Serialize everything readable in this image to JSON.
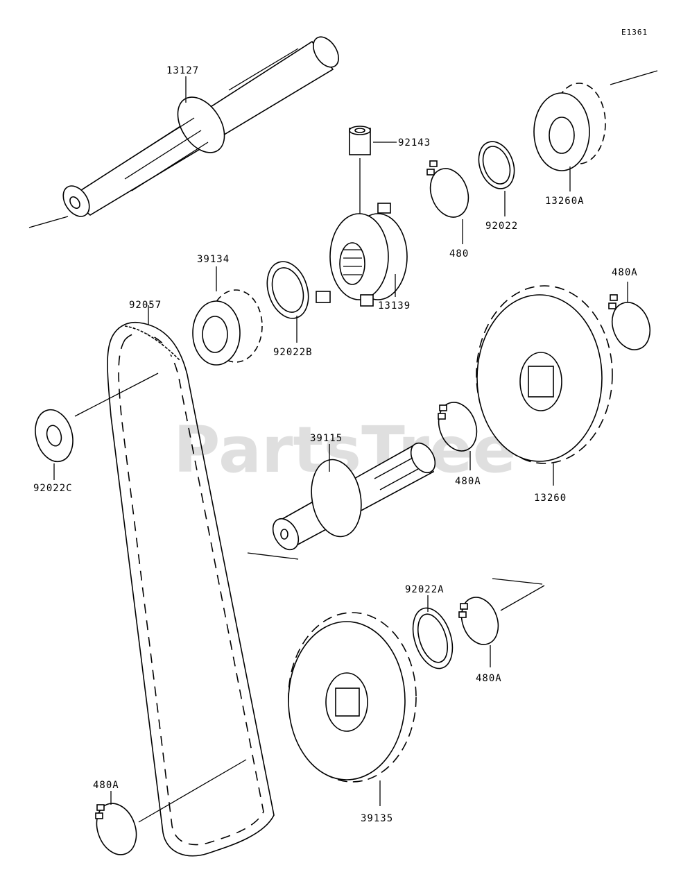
{
  "diagram_code": "E1361",
  "watermark": "PartsTree",
  "parts": [
    {
      "id": "13127"
    },
    {
      "id": "92143"
    },
    {
      "id": "13260A"
    },
    {
      "id": "92022"
    },
    {
      "id": "480"
    },
    {
      "id": "13139"
    },
    {
      "id": "39134"
    },
    {
      "id": "92022B"
    },
    {
      "id": "92057"
    },
    {
      "id": "480A",
      "ref": "right-upper"
    },
    {
      "id": "13260"
    },
    {
      "id": "480A",
      "ref": "middle"
    },
    {
      "id": "39115"
    },
    {
      "id": "92022C"
    },
    {
      "id": "92022A"
    },
    {
      "id": "480A",
      "ref": "right-lower"
    },
    {
      "id": "39135"
    },
    {
      "id": "480A",
      "ref": "bottom-left"
    }
  ]
}
